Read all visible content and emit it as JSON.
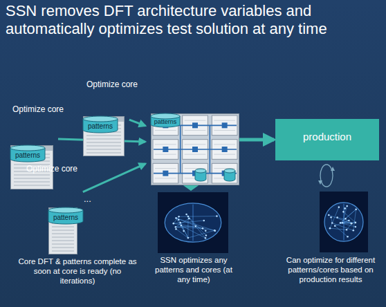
{
  "diagram": {
    "title": "SSN removes DFT architecture variables and automatically optimizes test solution at any time",
    "nodes": [
      {
        "text": [
          "Optimize core"
        ]
      },
      {
        "text": [
          "patterns"
        ],
        "in": 0
      },
      {
        "text": [
          "Optimize core"
        ]
      },
      {
        "text": [
          "patterns"
        ],
        "in": 2
      },
      {
        "text": [
          "Optimize core"
        ]
      },
      {
        "text": [
          "patterns"
        ],
        "in": 4
      },
      {
        "text": []
      },
      {
        "text": [
          "patterns"
        ],
        "in": 6
      },
      {
        "text": [
          "production"
        ]
      }
    ],
    "edges": [
      {
        "from": 0,
        "to": 6,
        "arrow": "to"
      },
      {
        "from": 2,
        "to": 6,
        "arrow": "to"
      },
      {
        "from": 4,
        "to": 6,
        "arrow": "to"
      },
      {
        "from": 6,
        "to": 8,
        "arrow": "to"
      }
    ],
    "labels": [
      "...",
      "Core DFT & patterns complete as soon at core is ready (no iterations)",
      "SSN optimizes any patterns and cores (at any time)",
      "Can optimize for different patterns/cores based on production results"
    ]
  }
}
